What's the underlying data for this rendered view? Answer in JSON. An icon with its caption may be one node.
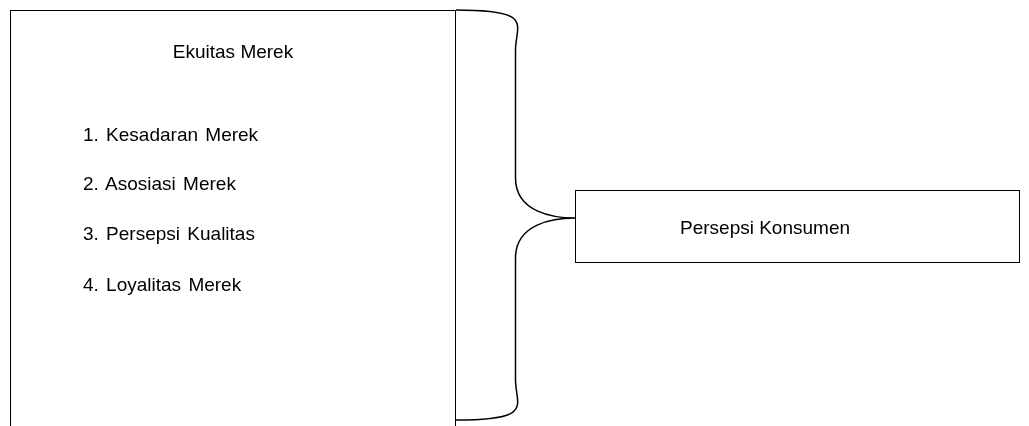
{
  "diagram": {
    "nodes": [
      {
        "text": [
          "Ekuitas Merek",
          "1. Kesadaran Merek",
          "2. Asosiasi Merek",
          "3. Persepsi Kualitas",
          "4. Loyalitas Merek"
        ]
      },
      {
        "text": [
          "Persepsi Konsumen"
        ]
      }
    ],
    "edges": [
      {
        "from": 0,
        "to": 1,
        "arrow": "none"
      }
    ]
  }
}
